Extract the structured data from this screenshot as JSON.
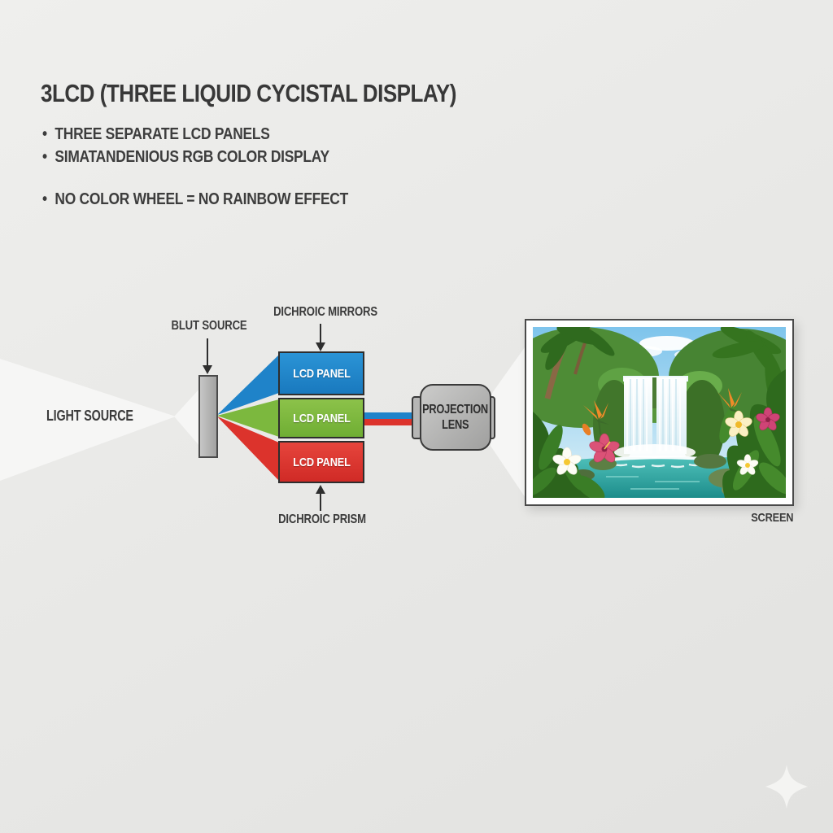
{
  "bullet_char": "•",
  "header": {
    "title": "3LCD (THREE LIQUID CYCISTAL DISPLAY)",
    "bullets": [
      "THREE SEPARATE LCD PANELS",
      "SIMATANDENIOUS RGB COLOR DISPLAY",
      "NO COLOR WHEEL = NO RAINBOW EFFECT"
    ]
  },
  "diagram": {
    "light_source_label": "LIGHT SOURCE",
    "lamp_label": "BLUT SOURCE",
    "mirrors_label": "DICHROIC MIRRORS",
    "prism_label": "DICHROIC PRISM",
    "lens_line1": "PROJECTION",
    "lens_line2": "LENS",
    "screen_label": "SCREEN",
    "panels": [
      {
        "label": "LCD PANEL",
        "color": "#1e86cc"
      },
      {
        "label": "LCD PANEL",
        "color": "#7cb83e"
      },
      {
        "label": "LCD PANEL",
        "color": "#dc332c"
      }
    ],
    "beam_colors": {
      "white": "#f6f6f5",
      "blue": "#1f83c9",
      "green": "#7cb83e",
      "red": "#dc332c"
    },
    "screen_image": "jungle-waterfall-scene"
  },
  "colors": {
    "background": "#e9e9e8",
    "text": "#3a3a3a",
    "panel_border": "#2e2e2e",
    "slab_fill": "#b5b5b4",
    "lens_fill": "#b8b8b7",
    "screen_frame": "#ffffff"
  }
}
